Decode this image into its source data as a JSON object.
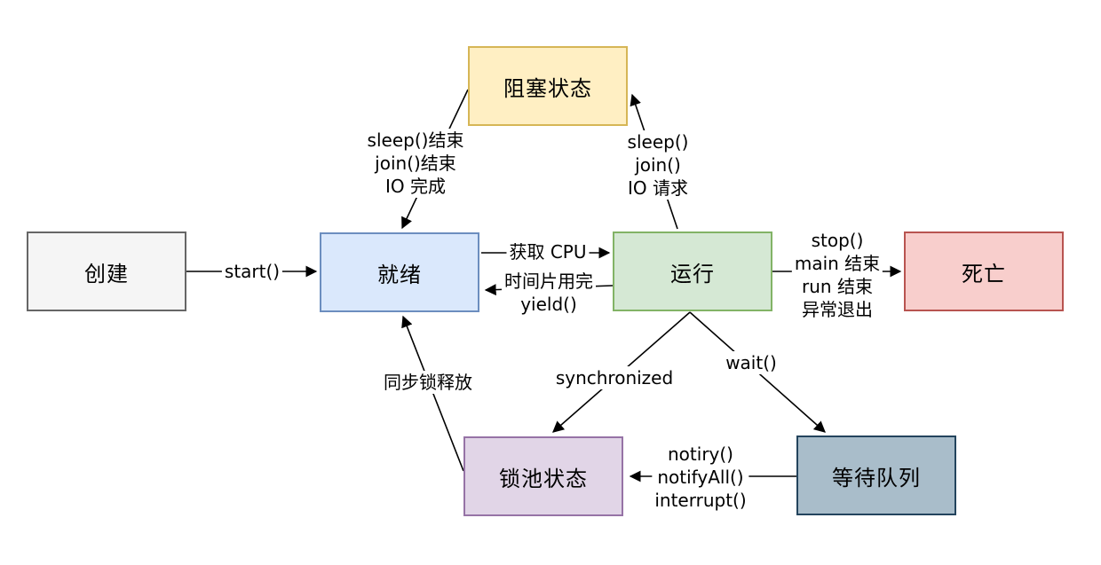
{
  "diagram": {
    "nodes": {
      "create": {
        "label": "创建",
        "fill": "#f5f5f5",
        "border": "#666666"
      },
      "ready": {
        "label": "就绪",
        "fill": "#dae8fc",
        "border": "#6c8ebf"
      },
      "running": {
        "label": "运行",
        "fill": "#d5e8d4",
        "border": "#82b366"
      },
      "dead": {
        "label": "死亡",
        "fill": "#f8cecc",
        "border": "#b85450"
      },
      "blocked": {
        "label": "阻塞状态",
        "fill": "#ffefc3",
        "border": "#d6b656"
      },
      "lock_pool": {
        "label": "锁池状态",
        "fill": "#e1d5e7",
        "border": "#9673a6"
      },
      "wait_queue": {
        "label": "等待队列",
        "fill": "#a9bdca",
        "border": "#23445d"
      }
    },
    "edges": {
      "start": {
        "from": "create",
        "to": "ready",
        "label": "start()"
      },
      "acquire_cpu": {
        "from": "ready",
        "to": "running",
        "label": "获取 CPU"
      },
      "timeslice": {
        "from": "running",
        "to": "ready",
        "label": "时间片用完\nyield()"
      },
      "to_blocked": {
        "from": "running",
        "to": "blocked",
        "label": "sleep()\njoin()\nIO 请求"
      },
      "from_blocked": {
        "from": "blocked",
        "to": "ready",
        "label": "sleep()结束\njoin()结束\nIO 完成"
      },
      "to_dead": {
        "from": "running",
        "to": "dead",
        "label": "stop()\nmain 结束\nrun 结束\n异常退出"
      },
      "synchronized": {
        "from": "running",
        "to": "lock_pool",
        "label": "synchronized"
      },
      "wait": {
        "from": "running",
        "to": "wait_queue",
        "label": "wait()"
      },
      "notify": {
        "from": "wait_queue",
        "to": "lock_pool",
        "label": "notiry()\nnotifyAll()\ninterrupt()"
      },
      "lock_release": {
        "from": "lock_pool",
        "to": "ready",
        "label": "同步锁释放"
      }
    }
  }
}
